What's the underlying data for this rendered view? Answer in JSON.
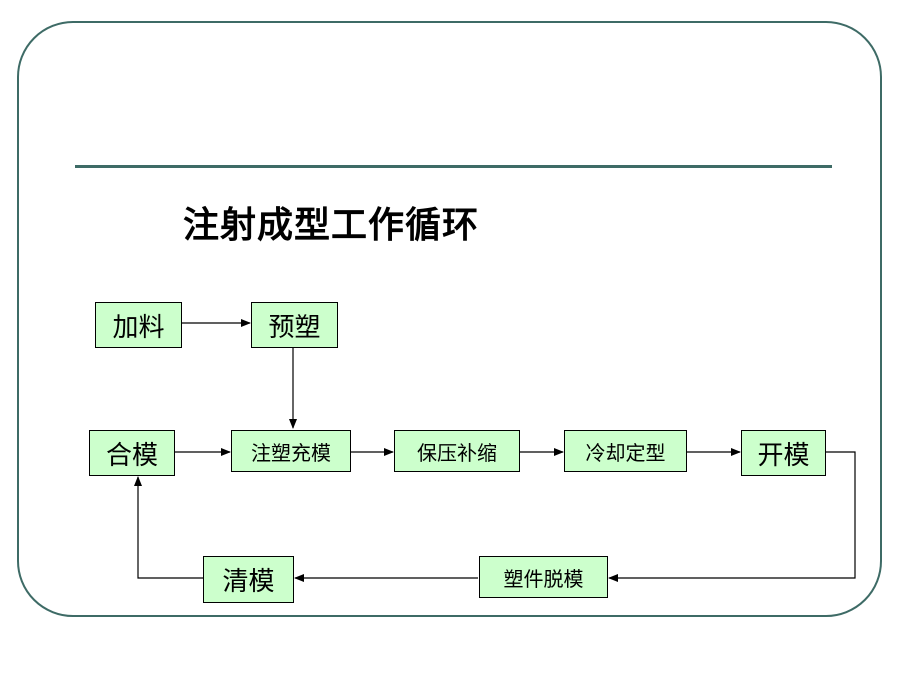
{
  "slide": {
    "title": "注射成型工作循环"
  },
  "diagram": {
    "nodes": {
      "jialiao": "加料",
      "yusu": "预塑",
      "hemo": "合模",
      "zhusu": "注塑充模",
      "baoya": "保压补缩",
      "lengque": "冷却定型",
      "kaimo": "开模",
      "qingmo": "清模",
      "tuomo": "塑件脱模"
    },
    "colors": {
      "node_fill": "#ccffcc",
      "frame": "#3e6b66"
    }
  }
}
